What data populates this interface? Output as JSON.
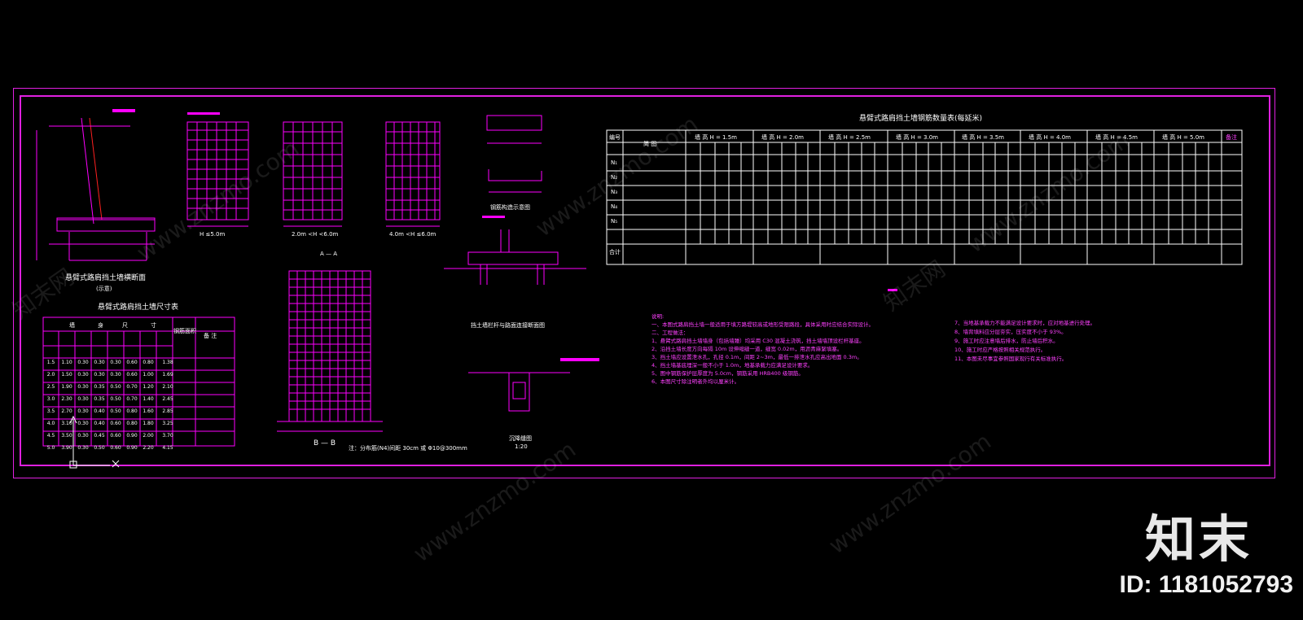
{
  "drawing": {
    "table_title": "悬臂式路肩挡土墙钢筋数量表(每延米)",
    "dim_table_title": "悬臂式路肩挡土墙尺寸表",
    "section_title": "悬臂式路肩挡土墙横断面",
    "section_note": "(示意)",
    "view_a": "A — A",
    "view_b": "B — B",
    "rebar_detail_title": "钢筋构造示意图",
    "joint_title": "挡土墙栏杆与路面连接断面图",
    "sag_title": "沉降缝图",
    "sag_scale": "1:20",
    "note_label": "注：",
    "elev_labels": [
      "H ≤5.0m",
      "2.0m <H <6.0m",
      "4.0m <H ≤6.0m"
    ],
    "table_head": {
      "no": "编号",
      "figure": "简 图",
      "heights": [
        "墙 高 H = 1.5m",
        "墙 高 H = 2.0m",
        "墙 高 H = 2.5m",
        "墙 高 H = 3.0m",
        "墙 高 H = 3.5m",
        "墙 高 H = 4.0m",
        "墙 高 H = 4.5m",
        "墙 高 H = 5.0m"
      ],
      "remark": "备注"
    },
    "rows": [
      "N₁",
      "N₂",
      "N₃",
      "N₄",
      "N₅",
      "合计"
    ],
    "dim_table_head": [
      "墙",
      "身",
      "尺",
      "寸",
      "钢筋面积",
      "备 注"
    ],
    "dim_rows": [
      [
        "1.5",
        "1.10",
        "0.30",
        "0.30",
        "0.30",
        "0.60",
        "0.80",
        "1.38"
      ],
      [
        "2.0",
        "1.50",
        "0.30",
        "0.30",
        "0.30",
        "0.60",
        "1.00",
        "1.69"
      ],
      [
        "2.5",
        "1.90",
        "0.30",
        "0.35",
        "0.50",
        "0.70",
        "1.20",
        "2.10"
      ],
      [
        "3.0",
        "2.30",
        "0.30",
        "0.35",
        "0.50",
        "0.70",
        "1.40",
        "2.45"
      ],
      [
        "3.5",
        "2.70",
        "0.30",
        "0.40",
        "0.50",
        "0.80",
        "1.60",
        "2.85"
      ],
      [
        "4.0",
        "3.10",
        "0.30",
        "0.40",
        "0.60",
        "0.80",
        "1.80",
        "3.25"
      ],
      [
        "4.5",
        "3.50",
        "0.30",
        "0.45",
        "0.60",
        "0.90",
        "2.00",
        "3.70"
      ],
      [
        "5.0",
        "3.90",
        "0.30",
        "0.50",
        "0.60",
        "0.90",
        "2.20",
        "4.15"
      ]
    ],
    "notes_label": "说明:",
    "notes_left": [
      "一、本图式路肩挡土墙一般适用于填方路堤较高或地形受限路段，具体采用时应结合实际设计。",
      "二、工程做法：",
      "1、悬臂式路肩挡土墙墙身（包括墙踵）均采用 C30 混凝土浇筑，挡土墙墙顶设栏杆基座。",
      "2、沿挡土墙长度方向每隔 10m 设伸缩缝一道，缝宽 0.02m，用沥青麻絮填塞。",
      "3、挡土墙应设置泄水孔，孔径 0.1m，间距 2~3m，最低一排泄水孔应高出地面 0.3m。",
      "4、挡土墙基底埋深一般不小于 1.0m，地基承载力应满足设计要求。",
      "5、图中钢筋保护层厚度为 5.0cm，钢筋采用 HRB400 级钢筋。",
      "6、本图尺寸除注明者外均以厘米计。"
    ],
    "notes_right": [
      "7、当地基承载力不能满足设计要求时，应对地基进行处理。",
      "8、墙背填料应分层夯实，压实度不小于 93%。",
      "9、施工时应注意墙后排水，防止墙后积水。",
      "10、施工时应严格按照相关规范执行。",
      "11、本图未尽事宜参照国家现行有关标准执行。"
    ],
    "legend_note": "注：分布筋(N4)间距 30cm 或 Φ10@300mm"
  },
  "watermark": {
    "site": "www.znzmo.com",
    "brand": "知末网",
    "logo_text": "知末",
    "id_text": "ID: 1181052793"
  },
  "colors": {
    "background": "#000000",
    "drawing": "#ff00ff",
    "frame": "#e020e0",
    "text": "#ffffff"
  }
}
